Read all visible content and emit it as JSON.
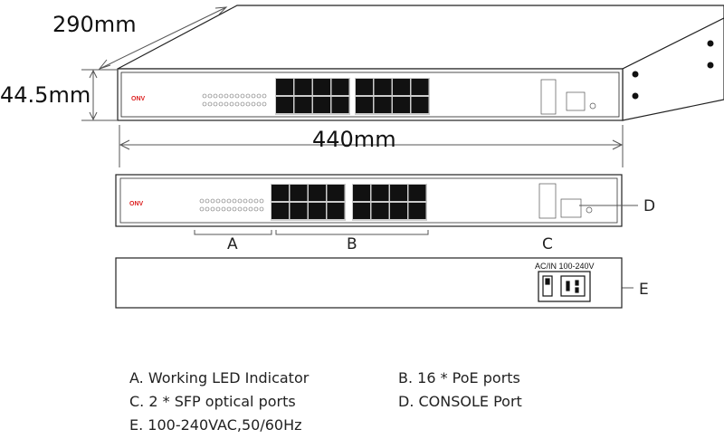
{
  "dimensions": {
    "depth": "290mm",
    "height": "44.5mm",
    "width": "440mm"
  },
  "brand_logo": "ONV",
  "rear_panel": {
    "power_label": "AC/IN 100-240V"
  },
  "callouts": {
    "a": "A",
    "b": "B",
    "c": "C",
    "d": "D",
    "e": "E"
  },
  "legend": [
    {
      "text": "A. Working LED Indicator"
    },
    {
      "text": "B. 16 * PoE ports"
    },
    {
      "text": "C. 2 * SFP  optical ports"
    },
    {
      "text": "D. CONSOLE Port"
    },
    {
      "text": "E. 100-240VAC,50/60Hz"
    }
  ]
}
